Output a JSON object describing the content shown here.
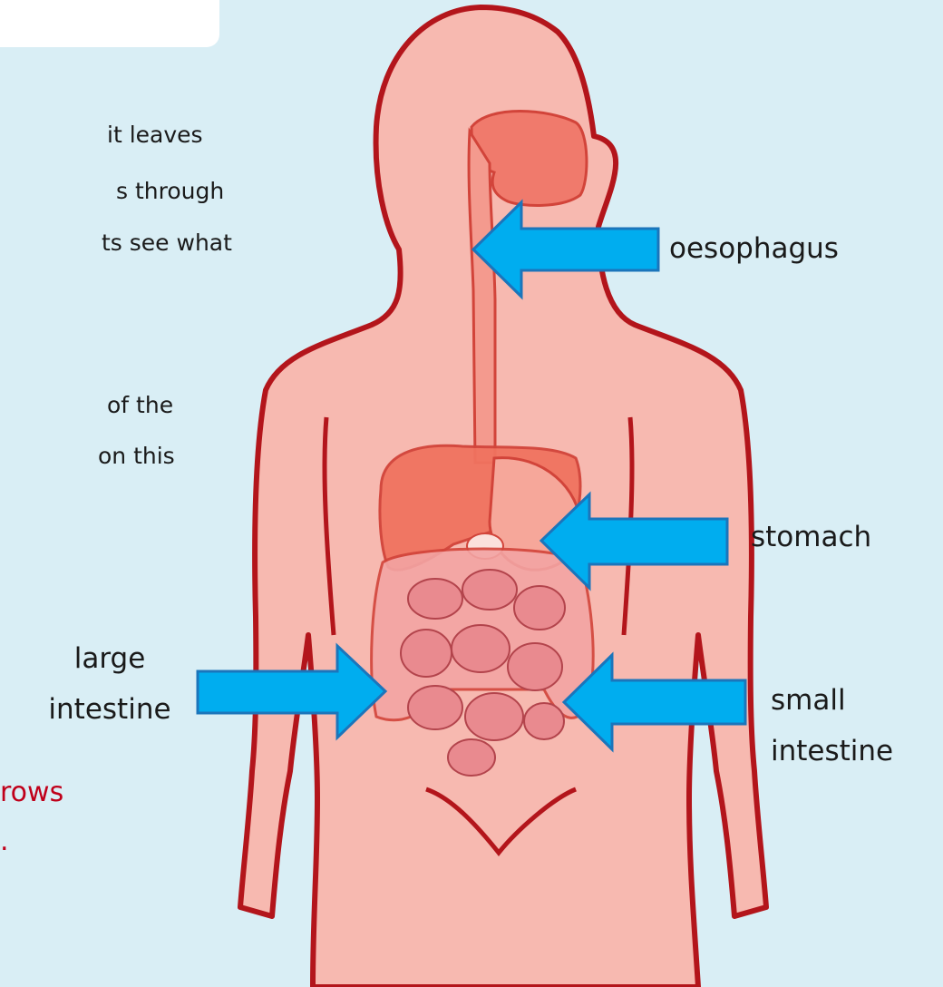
{
  "left_text": {
    "line1": "it leaves",
    "line2": "s through",
    "line3": "ts see what",
    "line4": "of the",
    "line5": "on this",
    "red1": "rows",
    "red2": "."
  },
  "labels": {
    "oesophagus": "oesophagus",
    "stomach": "stomach",
    "large_intestine": [
      "large",
      "intestine"
    ],
    "small_intestine": [
      "small",
      "intestine"
    ]
  },
  "colors": {
    "background": "#d9eef5",
    "body_fill": "#f7b9b0",
    "body_outline": "#b3151b",
    "arrow_fill": "#00adef",
    "arrow_outline": "#1b75bb",
    "highlight_text": "#c0001a"
  }
}
